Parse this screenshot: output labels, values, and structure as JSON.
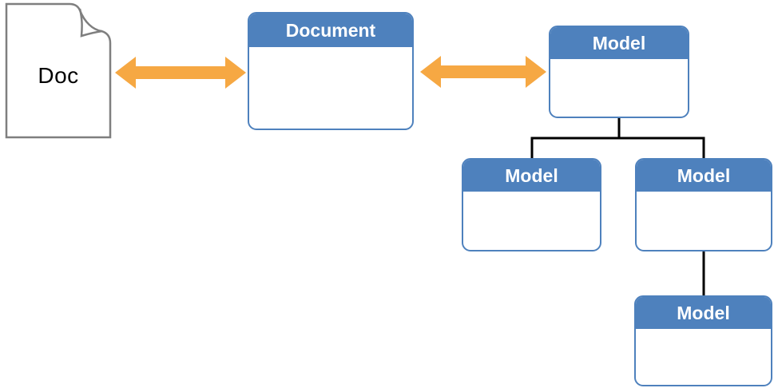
{
  "diagram": {
    "doc_shape": {
      "label": "Doc"
    },
    "document_box": {
      "title": "Document"
    },
    "models": {
      "root": {
        "title": "Model"
      },
      "child_left": {
        "title": "Model"
      },
      "child_right": {
        "title": "Model"
      },
      "grandchild": {
        "title": "Model"
      }
    },
    "relations": {
      "doc_document": "bidirectional-arrow",
      "document_model": "bidirectional-arrow",
      "model_tree": "root has two children; right child has one child"
    },
    "colors": {
      "node_blue": "#4E81BD",
      "arrow_orange": "#F6A843",
      "doc_border_gray": "#7F7F7F",
      "connector_black": "#000000",
      "background": "#FFFFFF"
    }
  }
}
